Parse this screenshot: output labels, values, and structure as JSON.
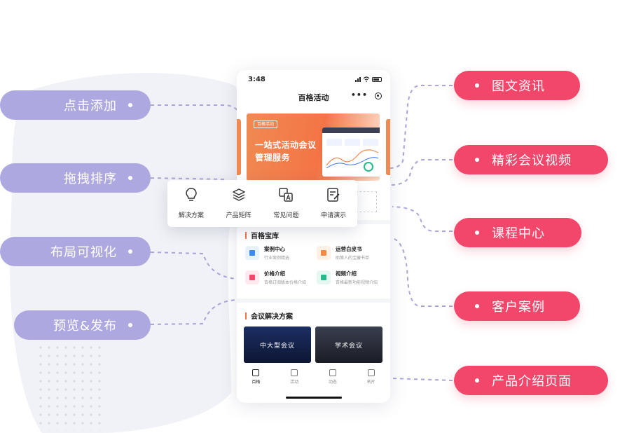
{
  "left_features": [
    {
      "label": "点击添加"
    },
    {
      "label": "拖拽排序"
    },
    {
      "label": "布局可视化"
    },
    {
      "label": "预览&发布"
    }
  ],
  "right_features": [
    {
      "label": "图文资讯"
    },
    {
      "label": "精彩会议视频"
    },
    {
      "label": "课程中心"
    },
    {
      "label": "客户案例"
    },
    {
      "label": "产品介绍页面"
    }
  ],
  "phone": {
    "time": "3:48",
    "nav_title": "百格活动",
    "nav_more": "•••",
    "banner": {
      "logo_text": "百格活动",
      "title_line1": "一站式活动会议",
      "title_line2": "管理服务"
    },
    "grid_items": [
      {
        "label": "解决方案",
        "icon": "lightbulb-icon"
      },
      {
        "label": "产品矩阵",
        "icon": "layers-icon"
      },
      {
        "label": "常见问题",
        "icon": "translate-icon"
      },
      {
        "label": "申请演示",
        "icon": "edit-document-icon"
      }
    ],
    "library": {
      "title": "百格宝库",
      "items": [
        {
          "title": "案例中心",
          "desc": "行业案例精选",
          "icon": "bookmark-icon",
          "color": "#3b8cf0",
          "bg": "#e8f2ff"
        },
        {
          "title": "运营白皮书",
          "desc": "助策人的宝藏书单",
          "icon": "book-icon",
          "color": "#f28a45",
          "bg": "#fff0e5"
        },
        {
          "title": "价格介绍",
          "desc": "百格订阅版本价格介绍",
          "icon": "price-tag-icon",
          "color": "#f2476a",
          "bg": "#ffe9ee"
        },
        {
          "title": "视频介绍",
          "desc": "百格最新功能视频介绍",
          "icon": "video-icon",
          "color": "#27b98b",
          "bg": "#e4f8f1"
        }
      ]
    },
    "solutions": {
      "title": "会议解决方案",
      "cards": [
        {
          "label": "中大型会议"
        },
        {
          "label": "学术会议"
        }
      ]
    },
    "tabs": [
      {
        "label": "百格",
        "icon": "home-icon"
      },
      {
        "label": "活动",
        "icon": "ticket-icon"
      },
      {
        "label": "动态",
        "icon": "pinwheel-icon"
      },
      {
        "label": "名片",
        "icon": "card-icon"
      }
    ]
  },
  "colors": {
    "left_pill": "#ada9e0",
    "right_pill": "#f2476a",
    "connector": "#a8a6d8",
    "accent": "#f47446"
  }
}
